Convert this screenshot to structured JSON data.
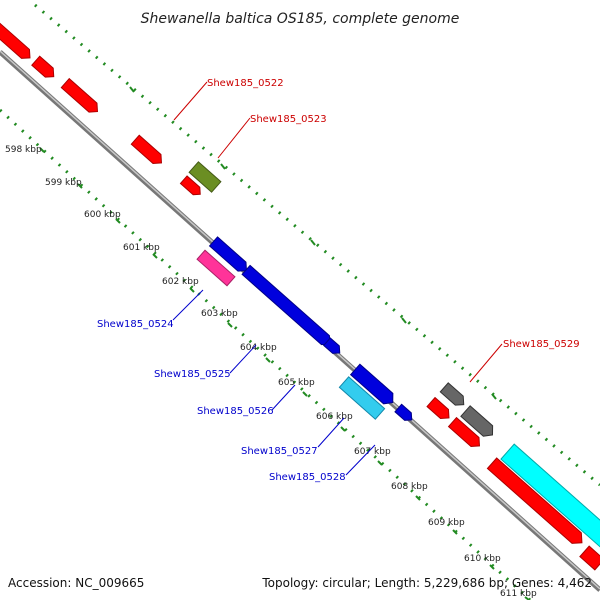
{
  "title": "Shewanella baltica OS185, complete genome",
  "accession": "Accession: NC_009665",
  "topology": "Topology: circular; Length: 5,229,686 bp; Genes: 4,462",
  "colors": {
    "backbone": "#888888",
    "tick": "#228B22",
    "label_red": "#cc0000",
    "label_blue": "#0000cc",
    "red": "#ff0000",
    "blue": "#0000dd",
    "pink": "#ff3399",
    "olive": "#6b8e23",
    "gray": "#666666",
    "cyan": "#00dddd",
    "cyan2": "#00ffff"
  },
  "kbp_labels": [
    "598 kbp",
    "599 kbp",
    "600 kbp",
    "601 kbp",
    "602 kbp",
    "603 kbp",
    "604 kbp",
    "605 kbp",
    "606 kbp",
    "607 kbp",
    "608 kbp",
    "609 kbp",
    "610 kbp",
    "611 kbp"
  ],
  "gene_labels": {
    "g0522": "Shew185_0522",
    "g0523": "Shew185_0523",
    "g0524": "Shew185_0524",
    "g0525": "Shew185_0525",
    "g0526": "Shew185_0526",
    "g0527": "Shew185_0527",
    "g0528": "Shew185_0528",
    "g0529": "Shew185_0529"
  }
}
